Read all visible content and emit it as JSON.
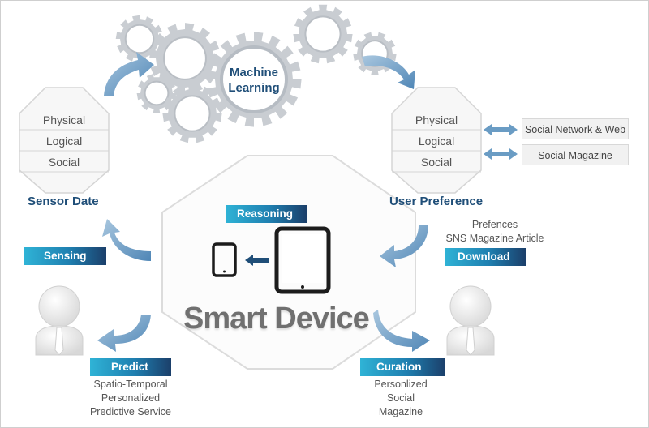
{
  "center": {
    "title": "Smart Device",
    "reasoning_tag": "Reasoning",
    "gear_label_line1": "Machine",
    "gear_label_line2": "Learning"
  },
  "left_stack": {
    "items": [
      "Physical",
      "Logical",
      "Social"
    ],
    "title": "Sensor Date"
  },
  "right_stack": {
    "items": [
      "Physical",
      "Logical",
      "Social"
    ],
    "title": "User Preference"
  },
  "side_boxes": [
    "Social Network & Web",
    "Social Magazine"
  ],
  "tags": {
    "sensing": "Sensing",
    "download": "Download",
    "predict": "Predict",
    "curation": "Curation"
  },
  "download_desc": [
    "Prefences",
    "SNS Magazine Article"
  ],
  "predict_desc": [
    "Spatio-Temporal",
    "Personalized",
    "Predictive Service"
  ],
  "curation_desc": [
    "Personlized",
    "Social",
    "Magazine"
  ],
  "icons": [
    "gear-icon",
    "tablet-icon",
    "phone-icon",
    "person-icon",
    "curved-arrow-icon",
    "double-arrow-icon"
  ],
  "colors": {
    "accent_dark": "#1f4e78",
    "tag_light": "#2fb3d6",
    "tag_dark": "#1b3f6a",
    "arrow": "#6a9cc4",
    "gear": "#c9cdd2"
  }
}
